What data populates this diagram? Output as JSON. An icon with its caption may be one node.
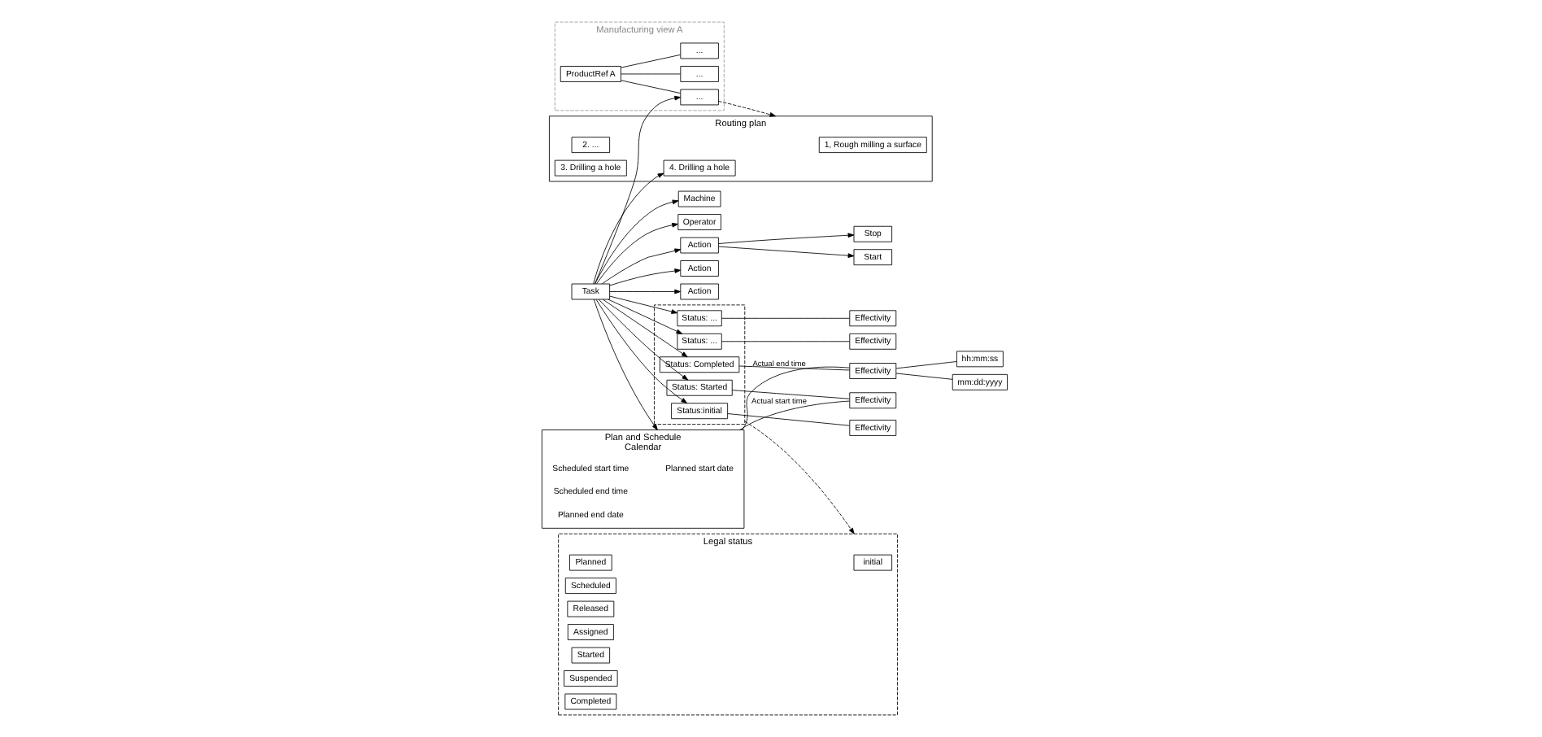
{
  "diagram": {
    "nodes": [
      {
        "text": [
          "Manufacturing view A"
        ]
      },
      {
        "text": [
          "ProductRef A"
        ],
        "in": 0
      },
      {
        "text": [
          "..."
        ],
        "in": 0
      },
      {
        "text": [
          "..."
        ],
        "in": 0
      },
      {
        "text": [
          "..."
        ],
        "in": 0
      },
      {
        "text": [
          "Start"
        ]
      },
      {
        "text": [
          "Stop"
        ]
      },
      {
        "text": [
          "Plan and Schedule",
          "Calendar"
        ]
      },
      {
        "text": [
          "Planned start date"
        ],
        "in": 7
      },
      {
        "text": [
          "Scheduled start time"
        ],
        "in": 7
      },
      {
        "text": [
          "Scheduled end time"
        ],
        "in": 7
      },
      {
        "text": [
          "Planned end date"
        ],
        "in": 7
      },
      {
        "text": [
          "Action"
        ]
      },
      {
        "text": [
          "Action"
        ]
      },
      {
        "text": [
          "Action"
        ]
      },
      {
        "text": [
          "Routing plan"
        ]
      },
      {
        "text": [
          "1, Rough milling a surface"
        ],
        "in": 15
      },
      {
        "text": [
          "2. ..."
        ],
        "in": 15
      },
      {
        "text": [
          "3. Drilling a hole"
        ],
        "in": 15
      },
      {
        "text": [
          "4. Drilling a hole"
        ],
        "in": 15
      },
      {
        "text": [
          "Task"
        ]
      },
      {
        "text": [],
        "shape": "box"
      },
      {
        "text": [
          "Status:initial"
        ],
        "in": 21
      },
      {
        "text": [
          "Status: ..."
        ],
        "in": 21
      },
      {
        "text": [
          "Status: Started"
        ],
        "in": 21
      },
      {
        "text": [
          "Status: ..."
        ],
        "in": 21
      },
      {
        "text": [
          "Status: Completed"
        ],
        "in": 21
      },
      {
        "text": [
          "Effectivity"
        ]
      },
      {
        "text": [
          "Effectivity"
        ]
      },
      {
        "text": [
          "Effectivity"
        ]
      },
      {
        "text": [
          "Effectivity"
        ]
      },
      {
        "text": [
          "Effectivity"
        ]
      },
      {
        "text": [
          "hh:mm:ss"
        ]
      },
      {
        "text": [
          "mm:dd:yyyy"
        ]
      },
      {
        "text": [
          "Legal status"
        ]
      },
      {
        "text": [
          "initial"
        ],
        "in": 34
      },
      {
        "text": [
          "Planned"
        ],
        "in": 34
      },
      {
        "text": [
          "Scheduled"
        ],
        "in": 34
      },
      {
        "text": [
          "Released"
        ],
        "in": 34
      },
      {
        "text": [
          "Assigned"
        ],
        "in": 34
      },
      {
        "text": [
          "Started"
        ],
        "in": 34
      },
      {
        "text": [
          "Suspended"
        ],
        "in": 34
      },
      {
        "text": [
          "Completed"
        ],
        "in": 34
      },
      {
        "text": [
          "Machine"
        ]
      },
      {
        "text": [
          "Operator"
        ]
      }
    ],
    "edges": [
      {
        "from": 1,
        "to": 2,
        "arrow": "none"
      },
      {
        "from": 1,
        "to": 3,
        "arrow": "none"
      },
      {
        "from": 1,
        "to": 4,
        "arrow": "none"
      },
      {
        "from": 20,
        "to": 3,
        "arrow": "to"
      },
      {
        "from": 20,
        "to": 12,
        "arrow": "to"
      },
      {
        "from": 20,
        "to": 13,
        "arrow": "to"
      },
      {
        "from": 20,
        "to": 14,
        "arrow": "to"
      },
      {
        "from": 12,
        "to": 5,
        "arrow": "to"
      },
      {
        "from": 12,
        "to": 6,
        "arrow": "to"
      },
      {
        "from": 3,
        "to": 15,
        "arrow": "to",
        "style": "dashed"
      },
      {
        "from": 20,
        "to": 7,
        "arrow": "to"
      },
      {
        "from": 20,
        "to": 22,
        "arrow": "to"
      },
      {
        "from": 20,
        "to": 23,
        "arrow": "to"
      },
      {
        "from": 20,
        "to": 24,
        "arrow": "to"
      },
      {
        "from": 20,
        "to": 25,
        "arrow": "to"
      },
      {
        "from": 20,
        "to": 26,
        "arrow": "to"
      },
      {
        "from": 20,
        "to": 19,
        "arrow": "to"
      },
      {
        "from": 20,
        "to": 43,
        "arrow": "to"
      },
      {
        "from": 20,
        "to": 44,
        "arrow": "to"
      },
      {
        "from": 22,
        "to": 27,
        "arrow": "none"
      },
      {
        "from": 23,
        "to": 28,
        "arrow": "none"
      },
      {
        "from": 24,
        "to": 29,
        "arrow": "none"
      },
      {
        "from": 25,
        "to": 30,
        "arrow": "none"
      },
      {
        "from": 26,
        "to": 31,
        "arrow": "none"
      },
      {
        "from": 7,
        "to": 29,
        "arrow": "none",
        "label": "Actual start time"
      },
      {
        "from": 7,
        "to": 31,
        "arrow": "none",
        "label": "Actual end time"
      },
      {
        "from": 31,
        "to": 32,
        "arrow": "none"
      },
      {
        "from": 31,
        "to": 33,
        "arrow": "none"
      },
      {
        "from": 21,
        "to": 34,
        "arrow": "to",
        "style": "dashed"
      }
    ]
  }
}
